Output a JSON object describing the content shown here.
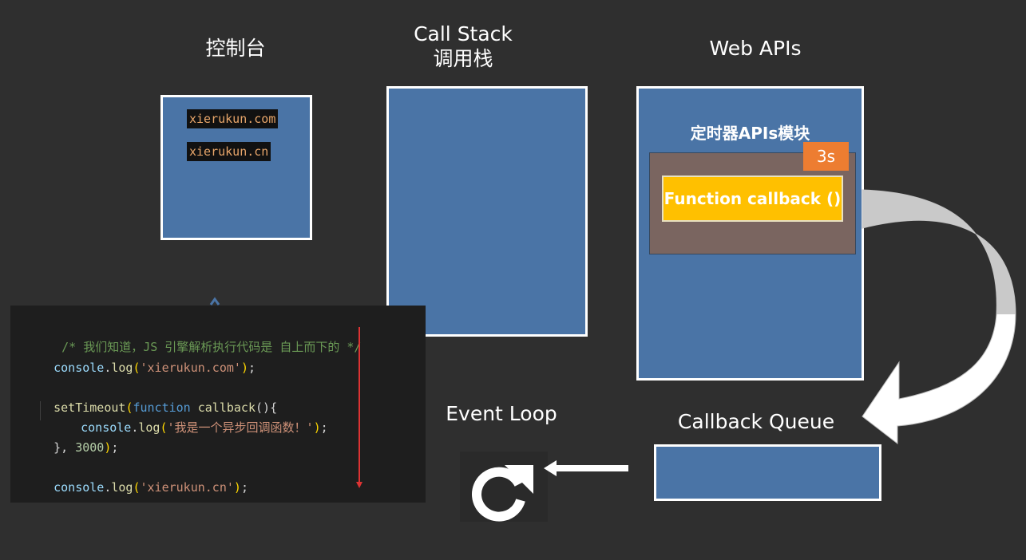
{
  "titles": {
    "console": "控制台",
    "call_stack_en": "Call Stack",
    "call_stack_cn": "调用栈",
    "web_apis": "Web APIs",
    "event_loop": "Event Loop",
    "callback_queue": "Callback Queue"
  },
  "console_output": [
    "xierukun.com",
    "xierukun.cn"
  ],
  "web_apis_box": {
    "module_title": "定时器APIs模块",
    "timer_badge": "3s",
    "callback_label": "Function callback ()"
  },
  "code": {
    "line1_comment": "/* 我们知道，JS 引擎解析执行代码是 自上而下的 */",
    "line2": {
      "obj": "console",
      "dot": ".",
      "fn": "log",
      "open": "(",
      "str": "'xierukun.com'",
      "close": ")",
      "semi": ";"
    },
    "line4": {
      "fn": "setTimeout",
      "open": "(",
      "kw": "function",
      "name": "callback",
      "params": "()",
      "brace": "{"
    },
    "line5": {
      "obj": "console",
      "dot": ".",
      "fn": "log",
      "open": "(",
      "str": "'我是一个异步回调函数！'",
      "close": ")",
      "semi": ";"
    },
    "line6": {
      "brace": "}",
      "comma": ", ",
      "num": "3000",
      "close": ")",
      "semi": ";"
    },
    "line8": {
      "obj": "console",
      "dot": ".",
      "fn": "log",
      "open": "(",
      "str": "'xierukun.cn'",
      "close": ")",
      "semi": ";"
    }
  },
  "colors": {
    "background": "#2f2f2f",
    "box_blue": "#4a74a6",
    "timer_orange": "#ed7d31",
    "callback_yellow": "#ffc000",
    "exec_arrow_red": "#dd3333"
  },
  "icons": [
    "event-loop-refresh-icon",
    "curved-arrow-icon",
    "left-arrow-icon",
    "down-arrow-icon"
  ]
}
